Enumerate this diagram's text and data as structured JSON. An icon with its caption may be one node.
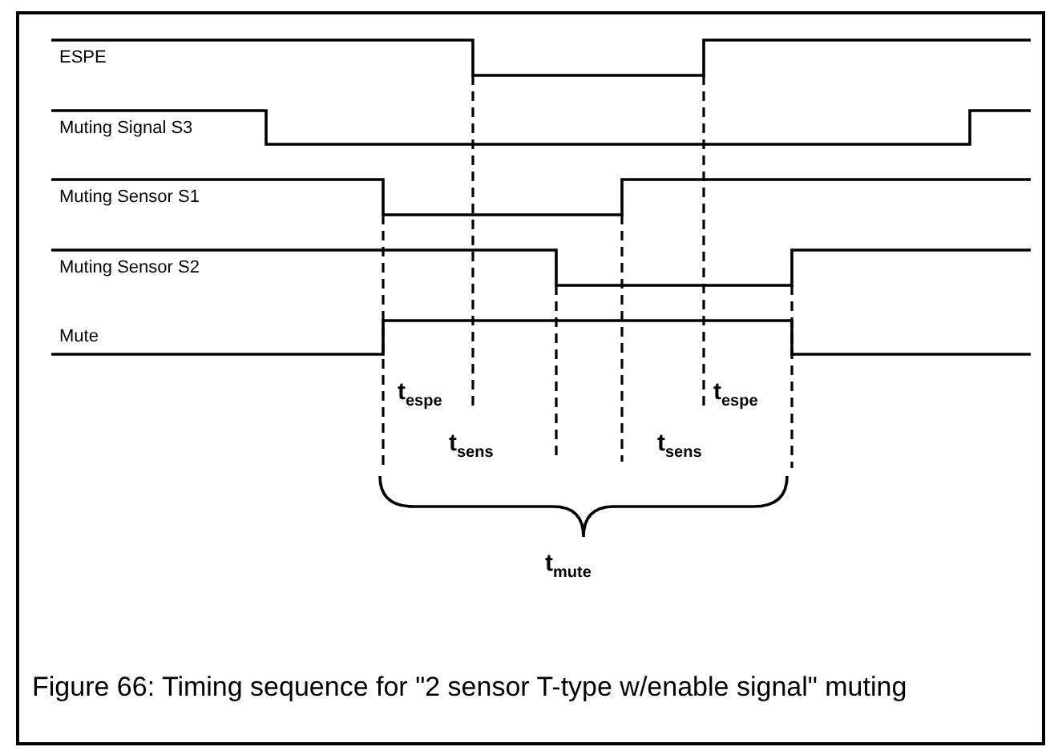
{
  "diagram": {
    "caption": "Figure 66: Timing sequence for \"2 sensor T-type w/enable signal\" muting",
    "labels": [
      "ESPE",
      "Muting Signal S3",
      "Muting Sensor S1",
      "Muting Sensor S2",
      "Mute",
      "t$_{espe}$",
      "t$_{sens}$",
      "t$_{sens}$",
      "t$_{espe}$",
      "t$_{mute}$"
    ]
  }
}
